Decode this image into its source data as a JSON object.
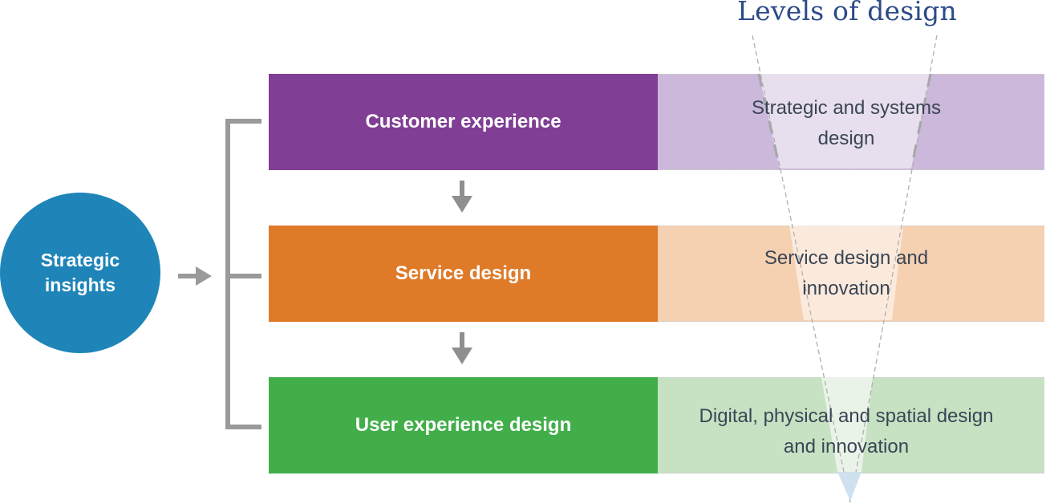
{
  "title": "Levels of design",
  "source": {
    "label": "Strategic insights"
  },
  "levels": [
    {
      "name": "Customer experience",
      "description": "Strategic and systems design"
    },
    {
      "name": "Service design",
      "description": "Service design and innovation"
    },
    {
      "name": "User experience design",
      "description": "Digital, physical and spatial design and innovation"
    }
  ],
  "colors": {
    "source": "#1f85b9",
    "customer_experience": "#803f94",
    "service_design": "#df7a28",
    "user_experience_design": "#41ae4a",
    "connector": "#999999",
    "title": "#2c4a86"
  }
}
